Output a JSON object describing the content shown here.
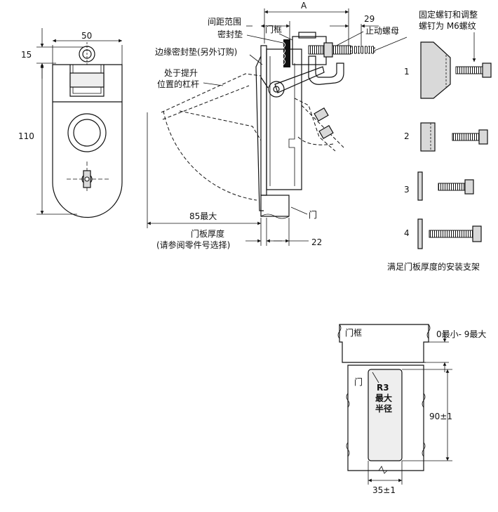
{
  "front_view": {
    "dim_width": "50",
    "dim_top": "15",
    "dim_height": "110"
  },
  "side_view": {
    "dim_a": "A",
    "dim_29": "29",
    "label_spacing_range": "间距范围",
    "label_seal": "密封垫",
    "label_frame": "门框",
    "label_lock_nut": "止动螺母",
    "label_edge_seal": "边缘密封垫(另外订购)",
    "label_lever_raised_1": "处于提升",
    "label_lever_raised_2": "位置的杠杆",
    "dim_85": "85最大",
    "label_door": "门",
    "label_door_thickness": "门板厚度",
    "label_part_select": "(请参阅零件号选择)",
    "dim_22": "22"
  },
  "brackets": {
    "header_1": "固定螺钉和调整",
    "header_2": "螺钉为 M6螺纹",
    "items": [
      "1",
      "2",
      "3",
      "4"
    ],
    "caption": "满足门板厚度的安装支架"
  },
  "cutout": {
    "label_frame": "门框",
    "label_gap": "0最小- 9最大",
    "label_door": "门",
    "label_radius_1": "R3",
    "label_radius_2": "最大",
    "label_radius_3": "半径",
    "dim_height": "90±1",
    "dim_width": "35±1"
  }
}
